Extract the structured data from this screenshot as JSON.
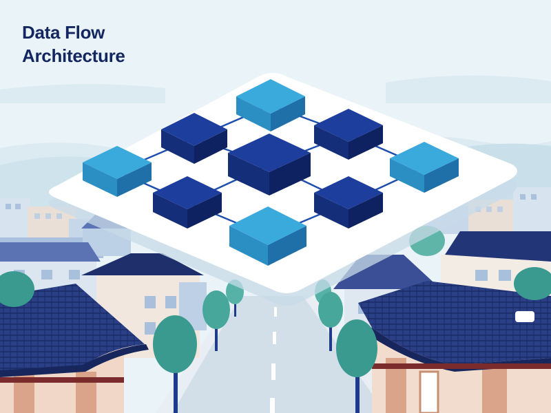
{
  "title": {
    "line1": "Data Flow",
    "line2": "Architecture"
  },
  "diagram": {
    "nodes": [
      {
        "id": "node-top",
        "color": "light"
      },
      {
        "id": "node-upper-left",
        "color": "dark"
      },
      {
        "id": "node-upper-right",
        "color": "dark"
      },
      {
        "id": "node-left",
        "color": "light"
      },
      {
        "id": "node-center",
        "color": "dark"
      },
      {
        "id": "node-right",
        "color": "light"
      },
      {
        "id": "node-lower-left",
        "color": "dark"
      },
      {
        "id": "node-lower-right",
        "color": "dark"
      },
      {
        "id": "node-bottom",
        "color": "light"
      }
    ],
    "edges": [
      [
        "node-upper-left",
        "node-top"
      ],
      [
        "node-top",
        "node-upper-right"
      ],
      [
        "node-left",
        "node-upper-left"
      ],
      [
        "node-upper-left",
        "node-center"
      ],
      [
        "node-center",
        "node-upper-right"
      ],
      [
        "node-upper-right",
        "node-right"
      ],
      [
        "node-left",
        "node-lower-left"
      ],
      [
        "node-lower-left",
        "node-center"
      ],
      [
        "node-center",
        "node-lower-right"
      ],
      [
        "node-lower-right",
        "node-right"
      ],
      [
        "node-lower-left",
        "node-bottom"
      ],
      [
        "node-bottom",
        "node-lower-right"
      ]
    ]
  },
  "colors": {
    "sky": "#eaf4f8",
    "cloud": "#dcebf2",
    "hill": "#c9e0ea",
    "platform": "#ffffff",
    "connector": "#1f4fae",
    "node_light_top": "#3aa9dc",
    "node_dark_top": "#1d3e9c",
    "roof": "#22357a",
    "tree": "#3a9a8f",
    "road": "#cfdde8",
    "title": "#13265f"
  }
}
